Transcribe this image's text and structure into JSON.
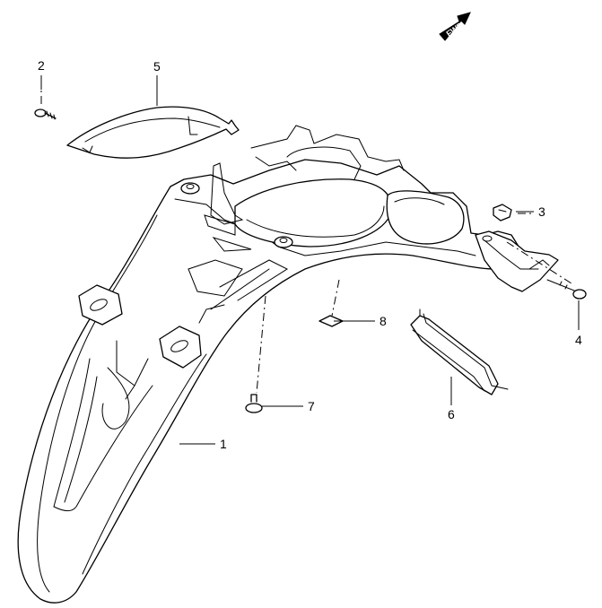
{
  "direction_badge": {
    "label": "FWD",
    "icon": "forward-arrow-icon"
  },
  "callouts": [
    {
      "id": "1",
      "label": "1"
    },
    {
      "id": "2",
      "label": "2"
    },
    {
      "id": "3",
      "label": "3"
    },
    {
      "id": "4",
      "label": "4"
    },
    {
      "id": "5",
      "label": "5"
    },
    {
      "id": "6",
      "label": "6"
    },
    {
      "id": "7",
      "label": "7"
    },
    {
      "id": "8",
      "label": "8"
    }
  ],
  "colors": {
    "line": "#000000",
    "background": "#ffffff"
  }
}
